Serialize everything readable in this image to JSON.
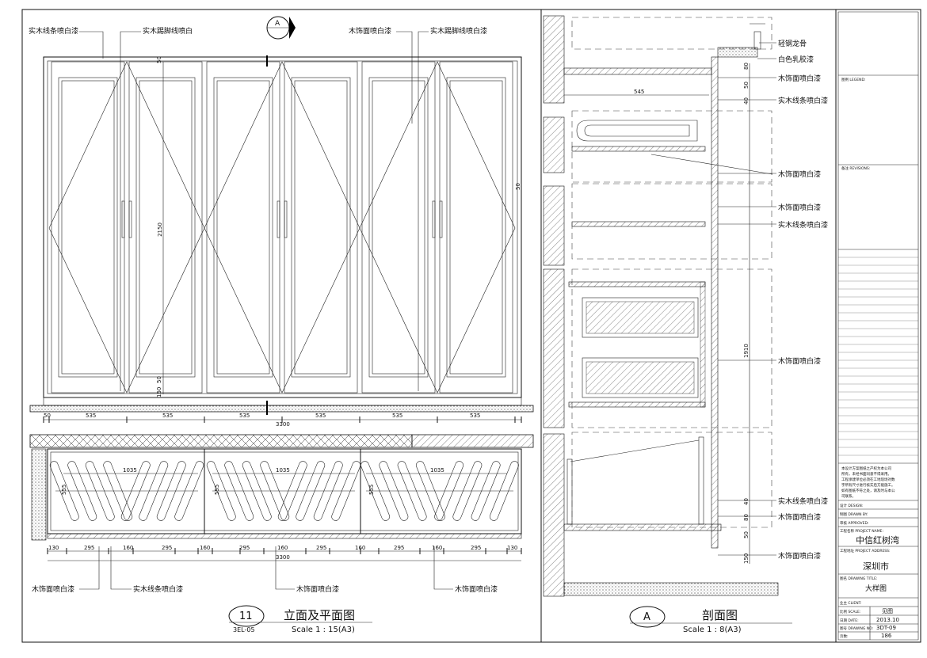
{
  "elevation": {
    "callouts": {
      "top_left_1": "实木线条喷白漆",
      "top_left_2": "实木踢脚线喷白",
      "top_right_1": "木饰面喷白漆",
      "top_right_2": "实木踢脚线喷白漆"
    },
    "section_marker": "A",
    "dims": {
      "height_2150": "2150",
      "top_50": "50",
      "bottom_50": "50",
      "base_150": "150",
      "right_50": "50",
      "edge_50": "50",
      "panel_widths": [
        "535",
        "535",
        "535",
        "535",
        "535",
        "535"
      ],
      "total_width": "3300"
    }
  },
  "plan": {
    "bay_widths": [
      "1035",
      "1035",
      "1035"
    ],
    "bay_depth": "555",
    "bottom_dims": [
      "130",
      "295",
      "160",
      "295",
      "160",
      "295",
      "160",
      "295",
      "160",
      "295",
      "160",
      "295",
      "130"
    ],
    "total_width": "3300",
    "callouts": {
      "c1": "木饰面喷白漆",
      "c2": "实木线条喷白漆",
      "c3": "木饰面喷白漆",
      "c4": "木饰面喷白漆"
    }
  },
  "section": {
    "callouts": [
      "轻钢龙骨",
      "白色乳胶漆",
      "木饰面喷白漆",
      "实木线条喷白漆",
      "木饰面喷白漆",
      "木饰面喷白漆",
      "实木线条喷白漆",
      "木饰面喷白漆",
      "实木线条喷白漆",
      "木饰面喷白漆",
      "木饰面喷白漆"
    ],
    "dims": {
      "shelf_545": "545",
      "top_50": "50",
      "top_40": "40",
      "height_1910": "1910",
      "b_40": "40",
      "b_80": "80",
      "b_50": "50",
      "b_150": "150",
      "t_80": "80"
    }
  },
  "titles": {
    "left_number": "11",
    "left_ref": "3EL-05",
    "left_title": "立面及平面图",
    "left_scale": "Scale 1 : 15(A3)",
    "right_marker": "A",
    "right_title": "剖面图",
    "right_scale": "Scale 1 : 8(A3)"
  },
  "title_block": {
    "legend_label": "图例 LEGEND:",
    "revisions_label": "备注 REVISIONS:",
    "notes": [
      "本设计方案图纸之产权为本公司",
      "所有，未经书面同意不得采用。",
      "工程承建单位必须在工地现场对数",
      "字所有尺寸进行核实后方能施工。",
      "如有图纸不符之处，请及时与本公",
      "司联系。"
    ],
    "design_label": "设计 DESIGN:",
    "drawn_label": "制图 DRAWN BY:",
    "approved_label": "审核 APPROVED:",
    "project_label": "工程名称 PROJECT NAME:",
    "project_name": "中信红树湾",
    "address_label": "工程地址 PROJECT ADDRESS:",
    "address": "深圳市",
    "drawing_title_label": "图名 DRAWING TITLE:",
    "drawing_title": "大样图",
    "client_label": "业主 CLIENT:",
    "scale_label": "比例 SCALE:",
    "scale_value": "见图",
    "date_label": "日期 DATE:",
    "date_value": "2013.10",
    "drawing_no_label": "图号 DRAWING NO:",
    "drawing_no": "3DT-09",
    "page_label": "页数:",
    "page_no": "186"
  }
}
